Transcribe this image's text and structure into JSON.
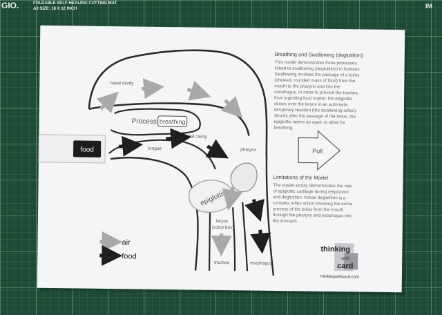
{
  "mat": {
    "brand_fragment": "GIO.",
    "product_line": "FOLDABLE SELF-HEALING CUTTING MAT",
    "size_line": "A3 SIZE: 18 X 12 INCH",
    "corner_text": "IM"
  },
  "card": {
    "title": "Breathing and Swallowing (deglutition)",
    "description_lines": [
      "This model demonstrates three processes",
      "linked to swallowing (deglutition) in humans.",
      "Swallowing involves the passage of a bolus",
      "(chewed, rounded mass of food) from the",
      "mouth to the pharynx and into the",
      "esophagus. In order to prevent the trachea",
      "from ingesting food matter, the epiglottis",
      "closes over the larynx in an automatic",
      "temporary reaction (the swallowing reflex).",
      "Shortly after the passage of the bolus, the",
      "epiglottis opens up again to allow for",
      "breathing."
    ],
    "limitations_title": "Limitations of the Model",
    "limitations_lines": [
      "The model simply demonstrates the role",
      "of epiglottic cartilage during respiration",
      "and deglutition. Actual deglutition is a",
      "complex reflex action involving the entire",
      "process of the bolus from the mouth",
      "through the pharynx and esophagus into",
      "the stomach."
    ],
    "pull_label": "Pull",
    "process_label": "Process:",
    "process_value": "breathing",
    "labels": {
      "nasal_cavity": "nasal cavity",
      "oral_cavity": "oral cavity",
      "tongue": "tongue",
      "pharynx": "pharynx",
      "epiglottis": "epiglottis",
      "larynx": "larynx",
      "voice_box": "(voice box)",
      "trachea": "trachea",
      "esophagus": "esophagus",
      "food_tab": "food"
    },
    "legend": {
      "air": "air",
      "food": "food"
    },
    "brand": {
      "line1": "thinking",
      "line2": "with",
      "line3": "card",
      "url": "thinkingwithcard.com"
    }
  },
  "colors": {
    "mat_green": "#1e4a36",
    "grid_line": "#5f8c6f",
    "card_white": "#f4f5f7",
    "air_arrow": "#a9a9a9",
    "food_arrow": "#1f1f1f",
    "outline": "#2a2a2a"
  }
}
